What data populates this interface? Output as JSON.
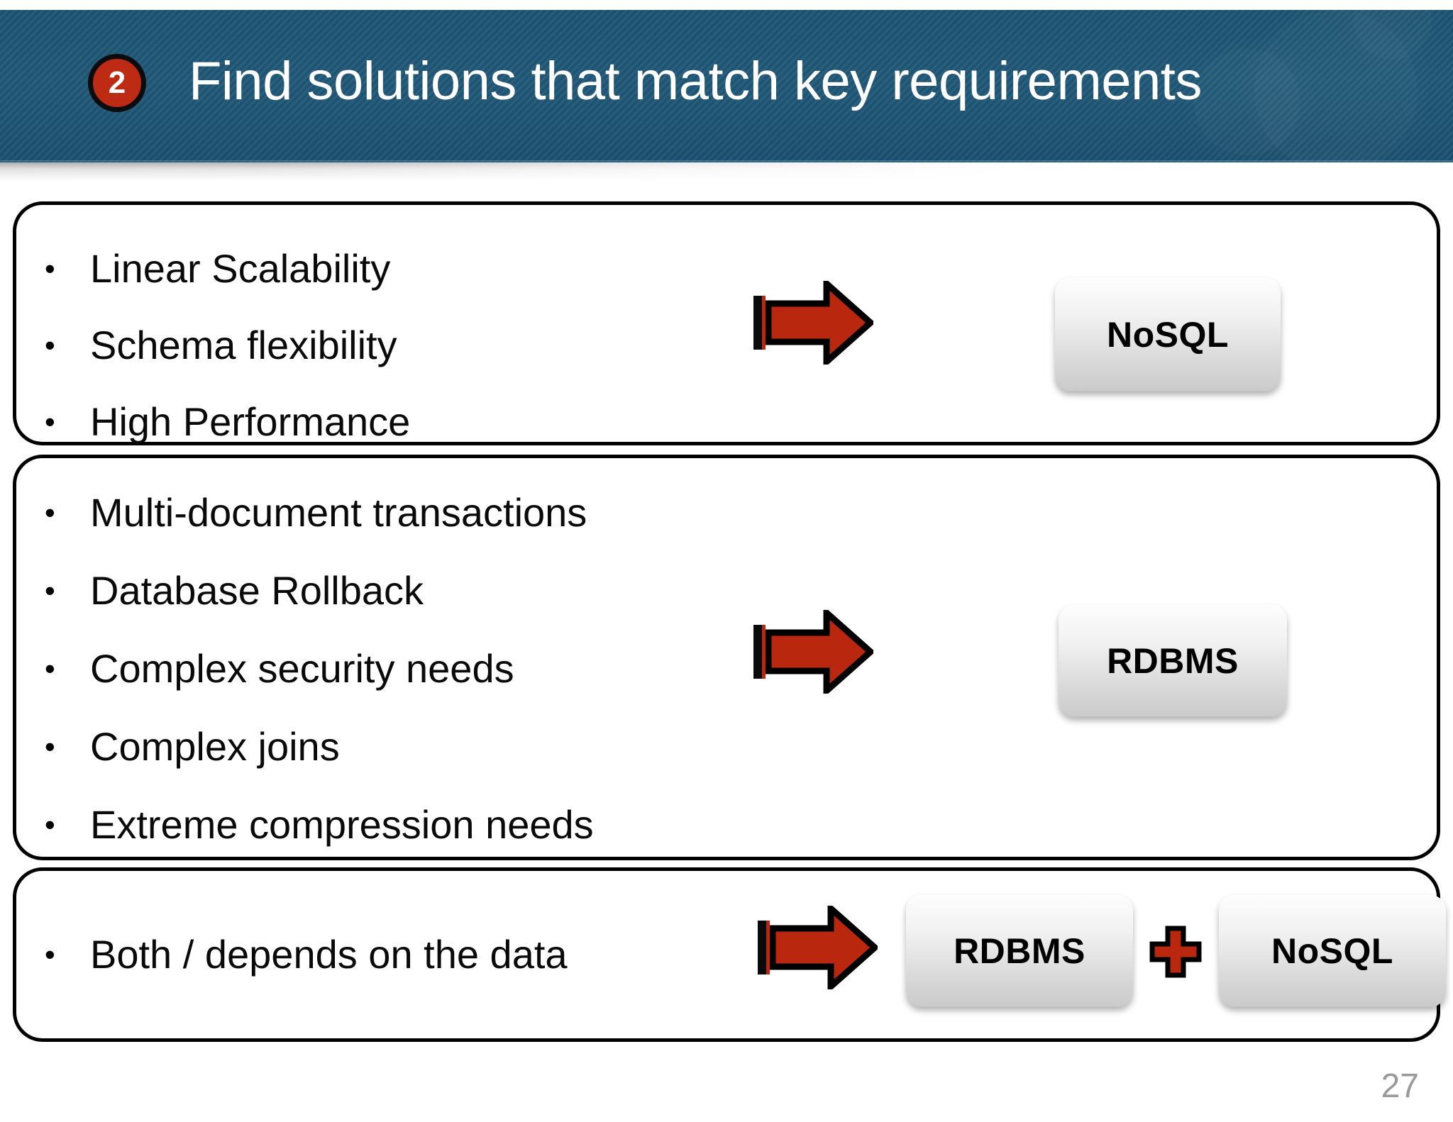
{
  "slide": {
    "page_number": "27",
    "header": {
      "step_badge": "2",
      "title": "Find solutions that match key requirements",
      "bar_color": "#1e5676",
      "badge_color": "#bd2b14",
      "title_color": "#ffffff"
    },
    "colors": {
      "accent_red": "#b8270e",
      "border_black": "#000000",
      "pill_top": "#fdfdfd",
      "pill_bottom": "#cbcbcb",
      "page_number_grey": "#9a9a9a"
    },
    "boxes": [
      {
        "id": "box-1",
        "bullets": [
          "Linear Scalability",
          "Schema flexibility",
          "High Performance"
        ],
        "arrow": "right-arrow-icon",
        "results": [
          {
            "label": "NoSQL"
          }
        ]
      },
      {
        "id": "box-2",
        "bullets": [
          "Multi-document transactions",
          "Database Rollback",
          "Complex security needs",
          "Complex joins",
          "Extreme compression needs"
        ],
        "arrow": "right-arrow-icon",
        "results": [
          {
            "label": "RDBMS"
          }
        ]
      },
      {
        "id": "box-3",
        "bullets": [
          "Both / depends on the data"
        ],
        "arrow": "right-arrow-icon",
        "results": [
          {
            "label": "RDBMS"
          },
          {
            "label": "NoSQL"
          }
        ],
        "combiner": "plus-icon"
      }
    ],
    "bullet_glyph": "•"
  }
}
